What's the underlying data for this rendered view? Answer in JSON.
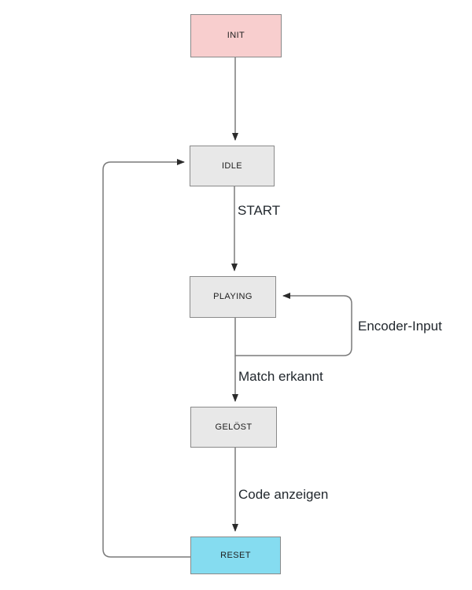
{
  "diagram": {
    "type": "state-machine-flowchart",
    "background_color": "#ffffff",
    "edge_color": "#7a7a7a",
    "nodes": [
      {
        "id": "init",
        "label": "INIT",
        "fill": "#f8cece",
        "stroke": "#8a8a8a"
      },
      {
        "id": "idle",
        "label": "IDLE",
        "fill": "#e8e8e8",
        "stroke": "#8a8a8a"
      },
      {
        "id": "playing",
        "label": "PLAYING",
        "fill": "#e8e8e8",
        "stroke": "#8a8a8a"
      },
      {
        "id": "geloest",
        "label": "GELÖST",
        "fill": "#e8e8e8",
        "stroke": "#8a8a8a"
      },
      {
        "id": "reset",
        "label": "RESET",
        "fill": "#85dcf0",
        "stroke": "#5b8fa8"
      }
    ],
    "edges": [
      {
        "id": "init-to-idle",
        "from": "init",
        "to": "idle",
        "label": ""
      },
      {
        "id": "idle-to-playing",
        "from": "idle",
        "to": "playing",
        "label": "START"
      },
      {
        "id": "playing-self-loop",
        "from": "playing",
        "to": "playing",
        "label": "Encoder-Input"
      },
      {
        "id": "playing-to-geloest",
        "from": "playing",
        "to": "geloest",
        "label": "Match erkannt"
      },
      {
        "id": "geloest-to-reset",
        "from": "geloest",
        "to": "reset",
        "label": "Code anzeigen"
      },
      {
        "id": "reset-to-idle",
        "from": "reset",
        "to": "idle",
        "label": ""
      }
    ]
  }
}
